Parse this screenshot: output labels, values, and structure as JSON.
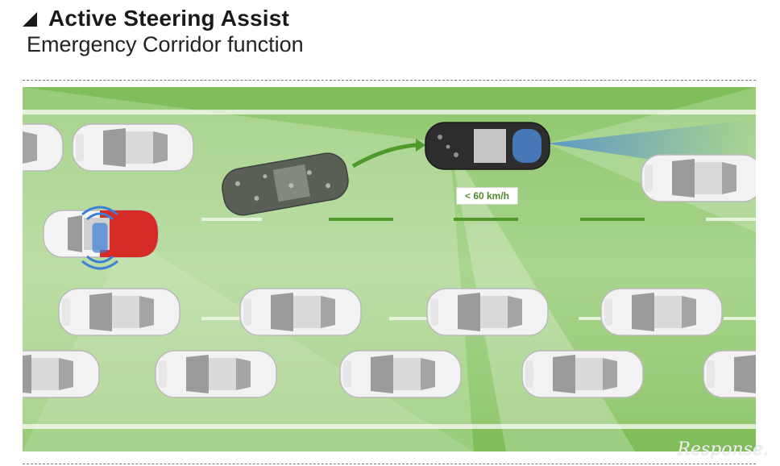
{
  "header": {
    "title": "Active Steering Assist",
    "subtitle": "Emergency Corridor function"
  },
  "scene": {
    "speed_label": "< 60 km/h",
    "colors": {
      "road": "#9ccf7d",
      "lane_green": "#4f9a2b",
      "ego_car": "#d62a24",
      "sensor_blue": "#3c7fd6",
      "lead_car": "#2b2b2b"
    }
  },
  "watermark": "Response."
}
